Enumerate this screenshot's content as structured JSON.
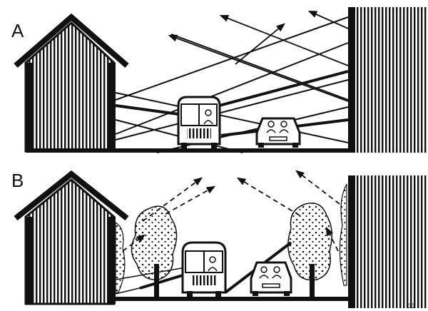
{
  "panels": [
    {
      "label": "A"
    },
    {
      "label": "B"
    }
  ],
  "corner_mark": "33",
  "colors": {
    "ink": "#111111",
    "paper": "#ffffff"
  },
  "icons": [
    "house-icon",
    "tall-building-icon",
    "bus-icon",
    "car-icon",
    "tree-icon",
    "sound-ray-arrow-icon"
  ]
}
